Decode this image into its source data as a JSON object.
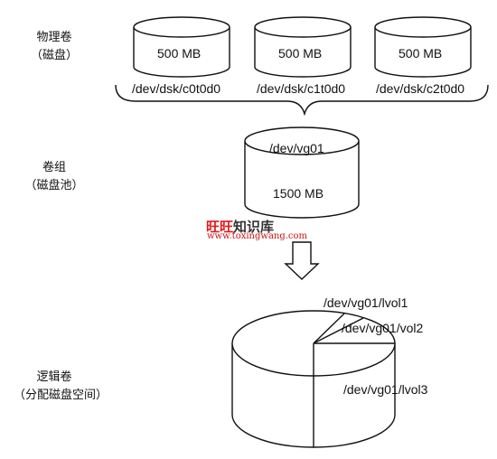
{
  "labels": {
    "physical_volume": "物理卷",
    "physical_volume_sub": "（磁盘）",
    "volume_group": "卷组",
    "volume_group_sub": "（磁盘池）",
    "logical_volume": "逻辑卷",
    "logical_volume_sub": "（分配磁盘空间）"
  },
  "disks": [
    {
      "size": "500 MB",
      "device": "/dev/dsk/c0t0d0"
    },
    {
      "size": "500 MB",
      "device": "/dev/dsk/c1t0d0"
    },
    {
      "size": "500 MB",
      "device": "/dev/dsk/c2t0d0"
    }
  ],
  "volume_group": {
    "name": "/dev/vg01",
    "size": "1500 MB"
  },
  "logical_volumes": [
    {
      "name": "/dev/vg01/lvol1"
    },
    {
      "name": "/dev/vg01/vol2"
    },
    {
      "name": "/dev/vg01/lvol3"
    }
  ],
  "watermark": {
    "brand_red": "旺旺",
    "brand_dark": "知识库",
    "url": "www.toxingwang.com",
    "color": "#e01a1a"
  }
}
